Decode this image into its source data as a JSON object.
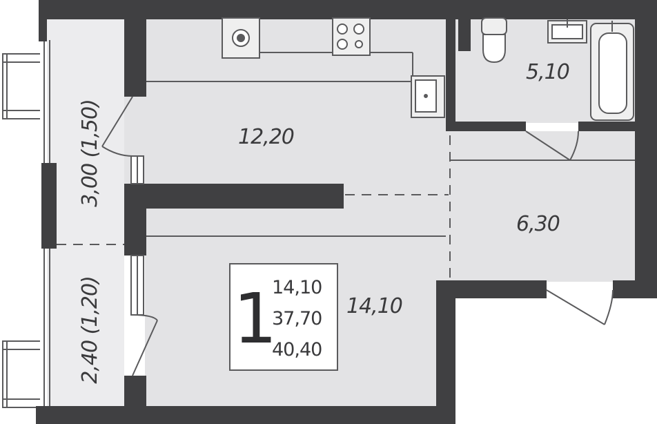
{
  "rooms": {
    "kitchen_area": "12,20",
    "bathroom_area": "5,10",
    "hall_area": "6,30",
    "living_area": "14,10",
    "balcony_upper": "3,00 (1,50)",
    "balcony_lower": "2,40 (1,20)"
  },
  "summary": {
    "rooms_count": "1",
    "living_area": "14,10",
    "total_area": "37,70",
    "total_with_balcony": "40,40"
  },
  "colors": {
    "wall": "#404042",
    "floor": "#e3e3e5",
    "balcony": "#ececee",
    "line": "#5a5a5c",
    "fixture": "#efefef"
  }
}
